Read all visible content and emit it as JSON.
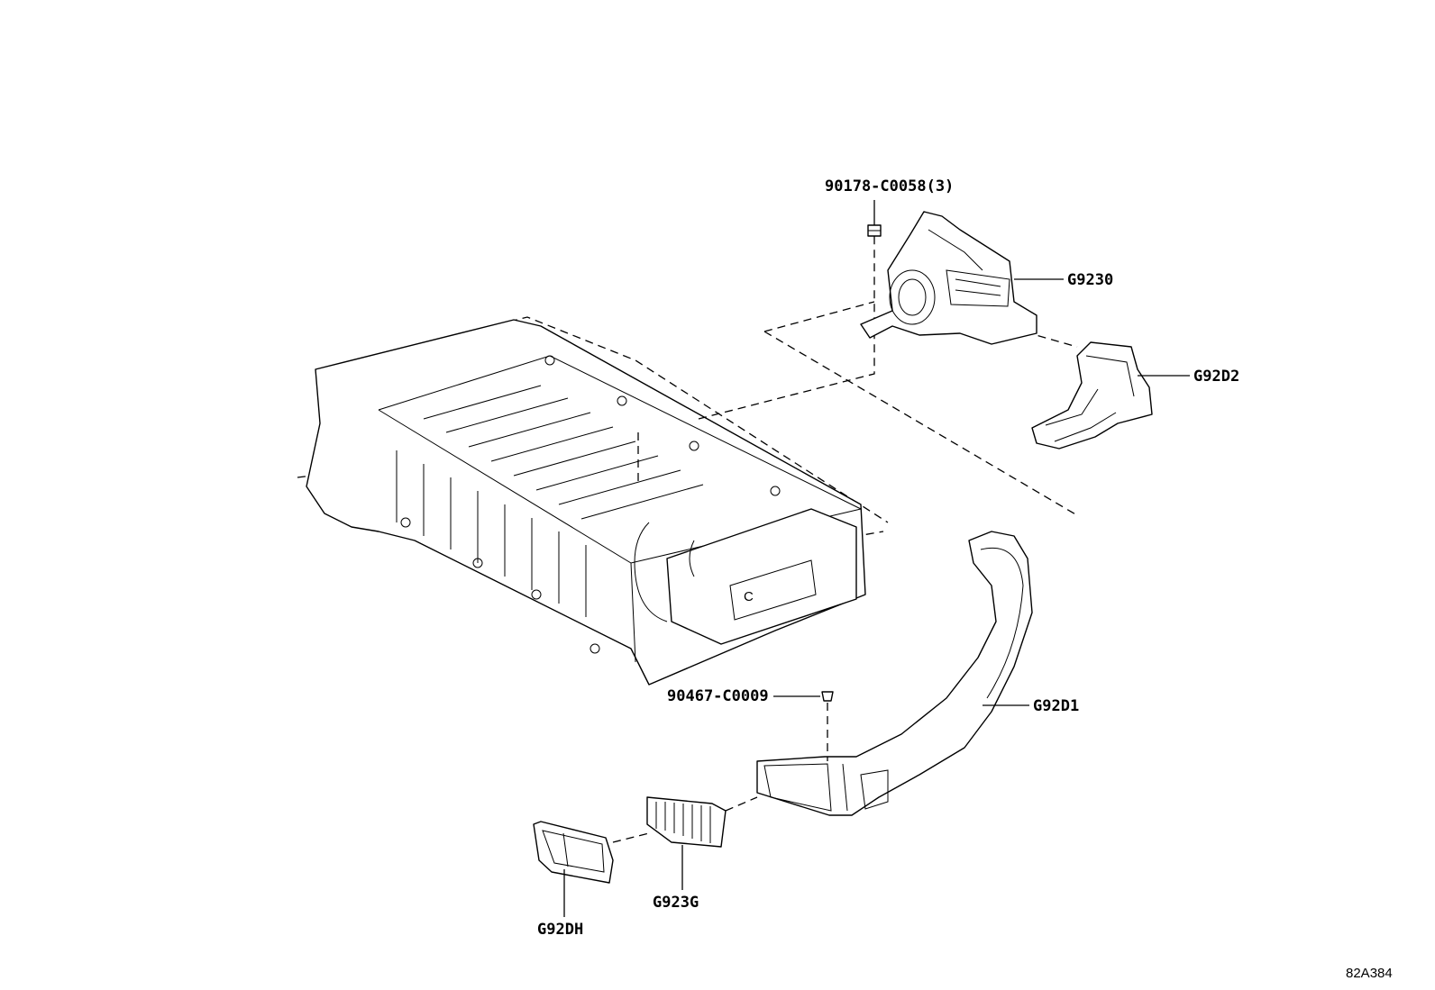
{
  "labels": {
    "bolt_top": "90178-C0058(3)",
    "blower": "G9230",
    "duct_upper": "G92D2",
    "duct_lower": "G92D1",
    "clip": "90467-C0009",
    "filter": "G923G",
    "grille": "G92DH"
  },
  "figure_code": "82A384"
}
